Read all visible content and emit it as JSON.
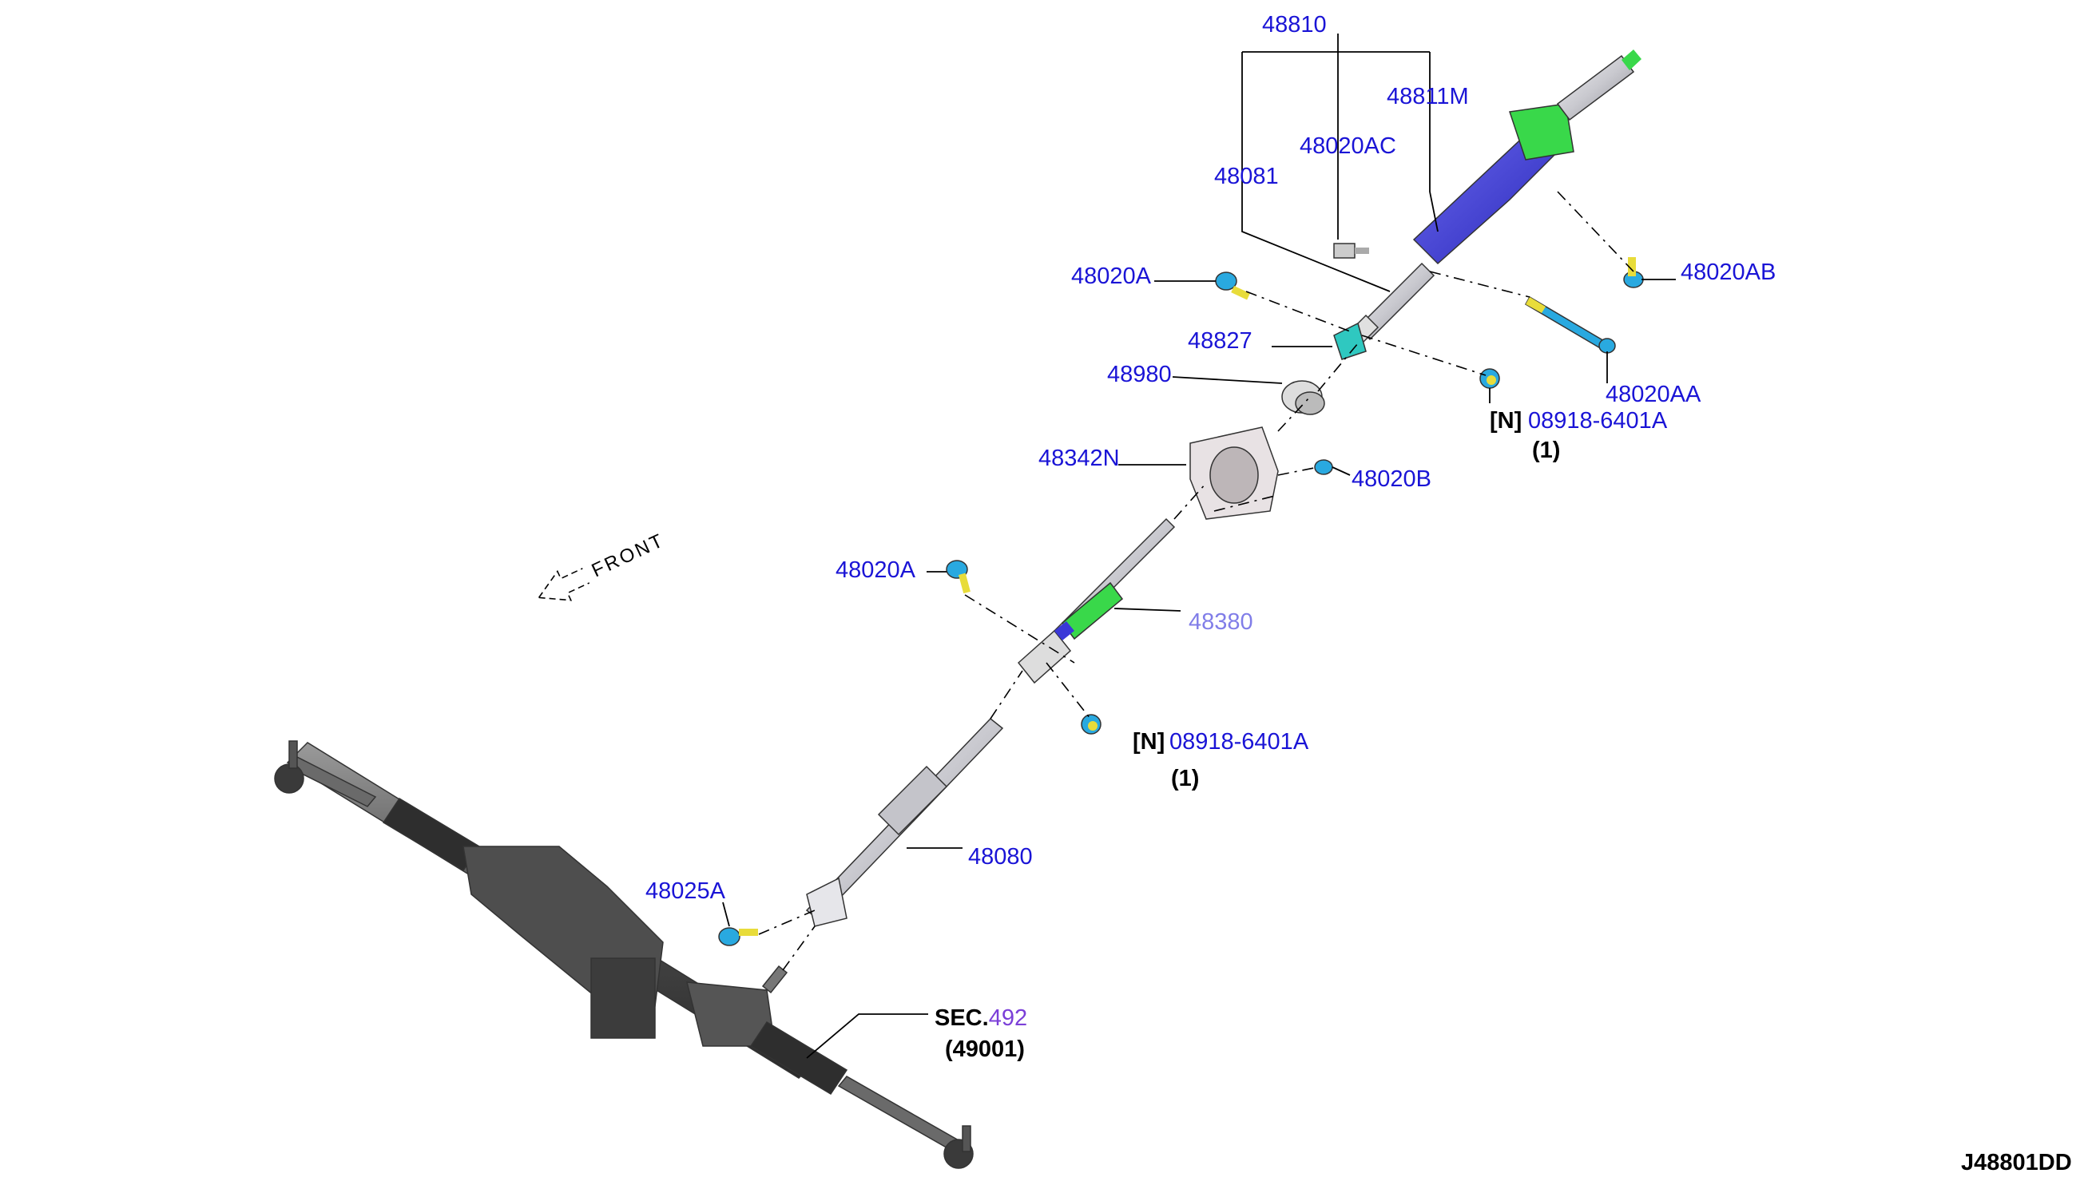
{
  "labels": {
    "p48810": "48810",
    "p48811M": "48811M",
    "p48020AC": "48020AC",
    "p48081": "48081",
    "p48020AB": "48020AB",
    "p48020A_top": "48020A",
    "p48827": "48827",
    "p48980": "48980",
    "p48020AA": "48020AA",
    "n_top": "[N]",
    "p08918_top": "08918-6401A",
    "qty_top": "(1)",
    "p48342N": "48342N",
    "p48020B": "48020B",
    "p48020A_mid": "48020A",
    "p_obscured": "48380",
    "n_mid": "[N]",
    "p08918_mid": "08918-6401A",
    "qty_mid": "(1)",
    "p48080": "48080",
    "p48025A": "48025A",
    "sec_prefix": "SEC.",
    "sec_num": "492",
    "sec_sub": "(49001)",
    "front": "FRONT",
    "diagram_code": "J48801DD"
  },
  "colors": {
    "part_number": "#1a14d6",
    "section_link": "#7b3fd8",
    "column_body": "#3a38d8",
    "column_bracket": "#39d84a",
    "bolt": "#29a9e0",
    "bolt_thread": "#e8dc3a",
    "rack_body": "#555555",
    "shaft": "#d8d8dc"
  },
  "icons": {
    "front_arrow": "front-direction-arrow-icon"
  }
}
